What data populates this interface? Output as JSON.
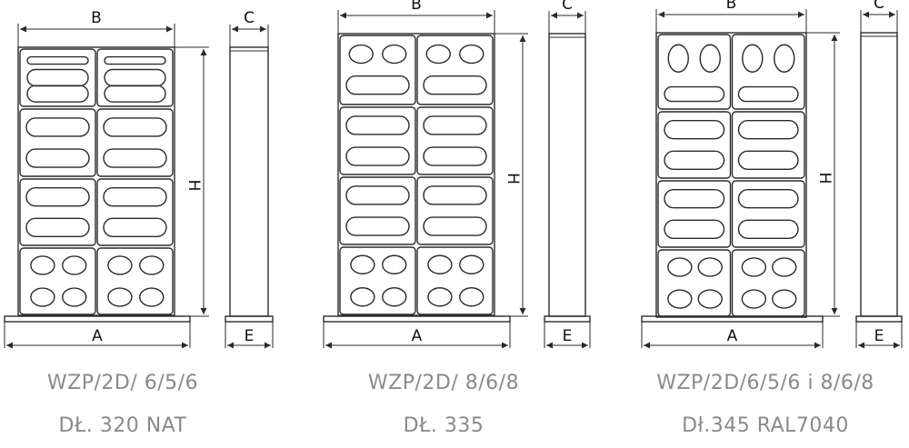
{
  "dimension_labels": {
    "width_front": "B",
    "width_base": "A",
    "height": "H",
    "depth_top": "C",
    "depth_base": "E"
  },
  "drawings": [
    {
      "model": "WZP/2D/ 6/5/6",
      "detail": "DŁ. 320 NAT",
      "tiers": [
        "slots-3",
        "slots-2",
        "slots-2",
        "holes-2x2"
      ]
    },
    {
      "model": "WZP/2D/ 8/6/8",
      "detail": "DŁ. 335",
      "tiers": [
        "holes-slot",
        "slots-2",
        "slots-2",
        "holes-2x2"
      ]
    },
    {
      "model": "WZP/2D/6/5/6 i 8/6/8",
      "detail": "Dł.345 RAL7040",
      "tiers": [
        "round-holes-slot",
        "slots-2",
        "slots-2",
        "holes-2x2"
      ]
    }
  ],
  "colors": {
    "line": "#2a2a2a",
    "caption": "#8a8a8a"
  }
}
